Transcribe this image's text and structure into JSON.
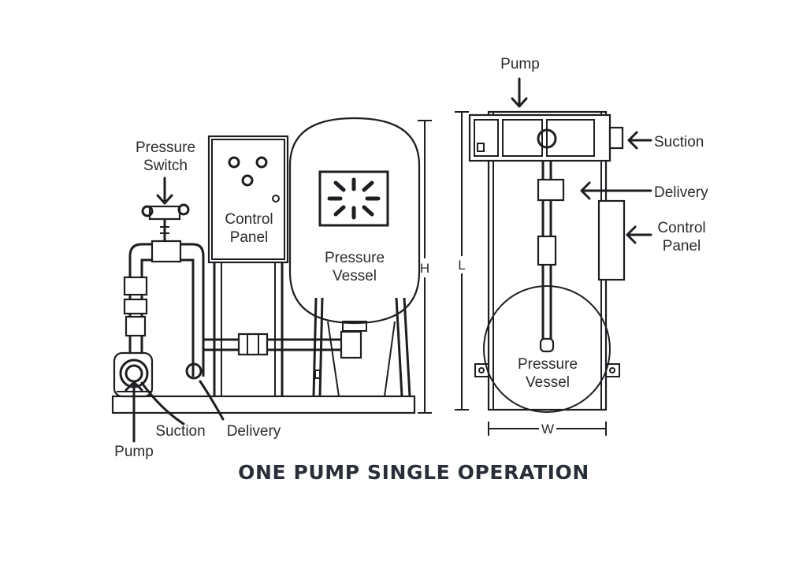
{
  "title": "ONE PUMP SINGLE OPERATION",
  "front_view": {
    "pressure_switch_line1": "Pressure",
    "pressure_switch_line2": "Switch",
    "control_panel_line1": "Control",
    "control_panel_line2": "Panel",
    "pressure_vessel_line1": "Pressure",
    "pressure_vessel_line2": "Vessel",
    "suction": "Suction",
    "delivery": "Delivery",
    "pump": "Pump",
    "height_dim": "H"
  },
  "side_view": {
    "pump": "Pump",
    "suction": "Suction",
    "delivery": "Delivery",
    "control_panel_line1": "Control",
    "control_panel_line2": "Panel",
    "pressure_vessel_line1": "Pressure",
    "pressure_vessel_line2": "Vessel",
    "length_dim": "L",
    "width_dim": "W"
  },
  "colors": {
    "line": "#1e1e22",
    "text": "#2b2b30",
    "background": "#ffffff"
  }
}
